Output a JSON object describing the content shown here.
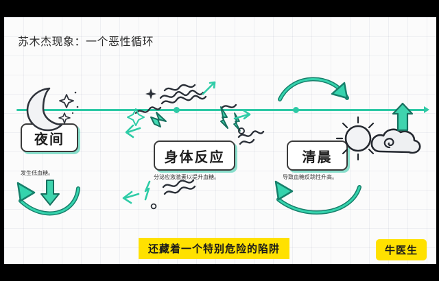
{
  "title": "苏木杰现象：一个恶性循环",
  "colors": {
    "accent_teal": "#2ec9a5",
    "accent_teal_dark": "#15806a",
    "banner_yellow": "#ffe100",
    "ink": "#2a2a2a",
    "canvas": "#fbfbfb",
    "letterbox": "#000000"
  },
  "timeline": {
    "direction": "left-to-right",
    "node_count": 3
  },
  "stages": [
    {
      "id": "night",
      "label": "夜间",
      "caption": "发生低血糖。",
      "icon": "crescent-moon-icon"
    },
    {
      "id": "body-response",
      "label": "身体反应",
      "caption": "分泌应激激素以提升血糖。",
      "icon": "scribble-lightning-icon"
    },
    {
      "id": "morning",
      "label": "清晨",
      "caption": "导致血糖反跳性升高。",
      "icon": "sun-cloud-icon"
    }
  ],
  "banner": {
    "text": "还藏着一个特别危险的陷阱"
  },
  "logo": {
    "text": "牛医生"
  }
}
